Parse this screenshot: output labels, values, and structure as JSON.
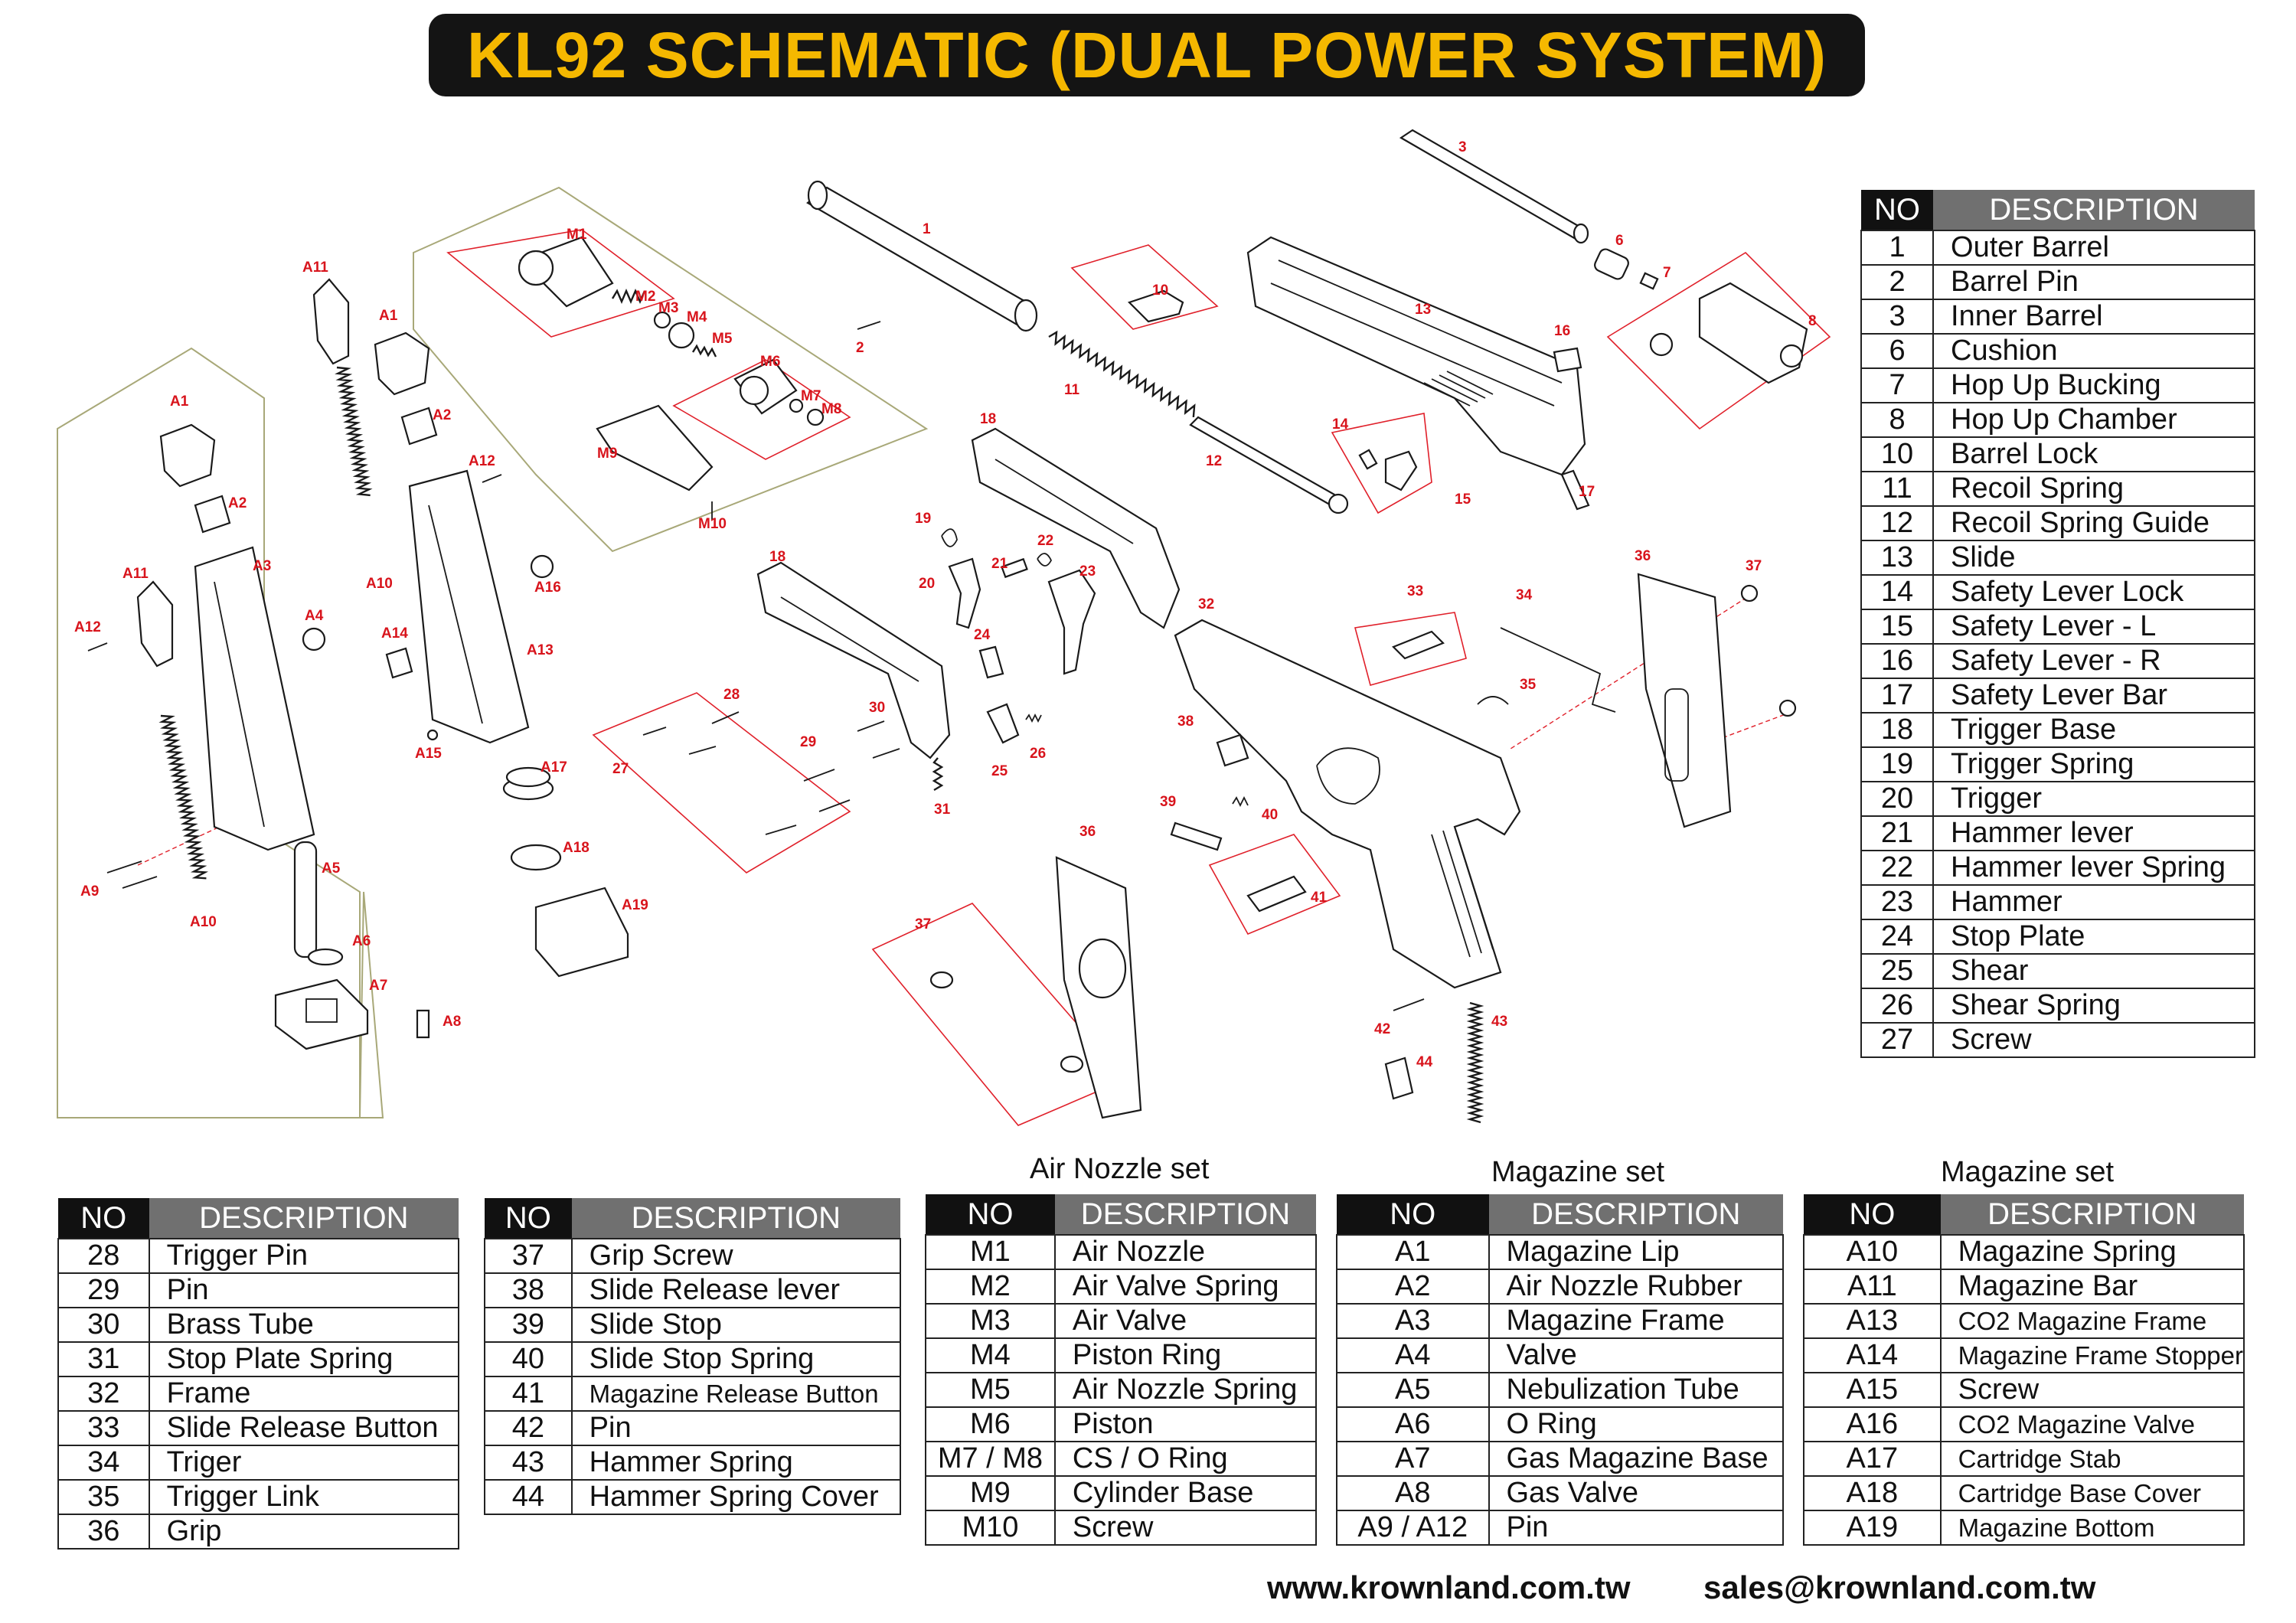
{
  "title": "KL92 SCHEMATIC (DUAL POWER SYSTEM)",
  "colors": {
    "title_bg": "#141414",
    "title_text": "#f5b800",
    "label_red": "#d8141c",
    "group_outline": "#a8a878",
    "header_no": "#111111",
    "header_desc": "#707070"
  },
  "headers": {
    "no": "NO",
    "description": "DESCRIPTION"
  },
  "set_titles": {
    "air_nozzle": "Air Nozzle set",
    "magazine_1": "Magazine set",
    "magazine_2": "Magazine set"
  },
  "table_main": [
    {
      "no": "1",
      "desc": "Outer Barrel"
    },
    {
      "no": "2",
      "desc": "Barrel Pin"
    },
    {
      "no": "3",
      "desc": "Inner Barrel"
    },
    {
      "no": "6",
      "desc": "Cushion"
    },
    {
      "no": "7",
      "desc": "Hop Up Bucking"
    },
    {
      "no": "8",
      "desc": "Hop Up Chamber"
    },
    {
      "no": "10",
      "desc": "Barrel Lock"
    },
    {
      "no": "11",
      "desc": "Recoil Spring"
    },
    {
      "no": "12",
      "desc": "Recoil Spring Guide"
    },
    {
      "no": "13",
      "desc": "Slide"
    },
    {
      "no": "14",
      "desc": "Safety   Lever  Lock"
    },
    {
      "no": "15",
      "desc": "Safety   Lever - L"
    },
    {
      "no": "16",
      "desc": "Safety   Lever - R"
    },
    {
      "no": "17",
      "desc": "Safety   Lever Bar"
    },
    {
      "no": "18",
      "desc": "Trigger Base"
    },
    {
      "no": "19",
      "desc": "Trigger Spring"
    },
    {
      "no": "20",
      "desc": "Trigger"
    },
    {
      "no": "21",
      "desc": "Hammer lever"
    },
    {
      "no": "22",
      "desc": "Hammer lever Spring"
    },
    {
      "no": "23",
      "desc": "Hammer"
    },
    {
      "no": "24",
      "desc": "Stop Plate"
    },
    {
      "no": "25",
      "desc": "Shear"
    },
    {
      "no": "26",
      "desc": "Shear Spring"
    },
    {
      "no": "27",
      "desc": "Screw"
    }
  ],
  "table_b1": [
    {
      "no": "28",
      "desc": "Trigger Pin"
    },
    {
      "no": "29",
      "desc": "Pin"
    },
    {
      "no": "30",
      "desc": "Brass Tube"
    },
    {
      "no": "31",
      "desc": "Stop Plate Spring"
    },
    {
      "no": "32",
      "desc": "Frame"
    },
    {
      "no": "33",
      "desc": "Slide Release Button"
    },
    {
      "no": "34",
      "desc": "Triger"
    },
    {
      "no": "35",
      "desc": "Trigger Link"
    },
    {
      "no": "36",
      "desc": "Grip"
    }
  ],
  "table_b2": [
    {
      "no": "37",
      "desc": "Grip Screw"
    },
    {
      "no": "38",
      "desc": "Slide Release lever"
    },
    {
      "no": "39",
      "desc": "Slide Stop"
    },
    {
      "no": "40",
      "desc": "Slide Stop Spring"
    },
    {
      "no": "41",
      "desc": "Magazine Release Button"
    },
    {
      "no": "42",
      "desc": "Pin"
    },
    {
      "no": "43",
      "desc": "Hammer Spring"
    },
    {
      "no": "44",
      "desc": "Hammer Spring Cover"
    }
  ],
  "table_b3": [
    {
      "no": "M1",
      "desc": "Air Nozzle"
    },
    {
      "no": "M2",
      "desc": "Air Valve Spring"
    },
    {
      "no": "M3",
      "desc": "Air Valve"
    },
    {
      "no": "M4",
      "desc": "Piston Ring"
    },
    {
      "no": "M5",
      "desc": "Air Nozzle Spring"
    },
    {
      "no": "M6",
      "desc": "Piston"
    },
    {
      "no": "M7 / M8",
      "desc": "CS  / O Ring"
    },
    {
      "no": "M9",
      "desc": "Cylinder Base"
    },
    {
      "no": "M10",
      "desc": "Screw"
    }
  ],
  "table_b4": [
    {
      "no": "A1",
      "desc": "Magazine Lip"
    },
    {
      "no": "A2",
      "desc": "Air Nozzle Rubber"
    },
    {
      "no": "A3",
      "desc": "Magazine Frame"
    },
    {
      "no": "A4",
      "desc": "Valve"
    },
    {
      "no": "A5",
      "desc": "Nebulization Tube"
    },
    {
      "no": "A6",
      "desc": "O Ring"
    },
    {
      "no": "A7",
      "desc": "Gas Magazine Base"
    },
    {
      "no": "A8",
      "desc": "Gas Valve"
    },
    {
      "no": "A9  /  A12",
      "desc": "Pin"
    }
  ],
  "table_b5": [
    {
      "no": "A10",
      "desc": "Magazine Spring"
    },
    {
      "no": "A11",
      "desc": "Magazine Bar"
    },
    {
      "no": "A13",
      "desc": "CO2 Magazine Frame"
    },
    {
      "no": "A14",
      "desc": "Magazine Frame Stopper"
    },
    {
      "no": "A15",
      "desc": "Screw"
    },
    {
      "no": "A16",
      "desc": "CO2 Magazine Valve"
    },
    {
      "no": "A17",
      "desc": "Cartridge Stab"
    },
    {
      "no": "A18",
      "desc": "Cartridge Base Cover"
    },
    {
      "no": "A19",
      "desc": "Magazine Bottom"
    }
  ],
  "callouts": [
    "1",
    "2",
    "3",
    "6",
    "7",
    "8",
    "10",
    "11",
    "12",
    "13",
    "14",
    "15",
    "16",
    "17",
    "18",
    "18",
    "19",
    "20",
    "21",
    "22",
    "23",
    "24",
    "25",
    "26",
    "27",
    "28",
    "29",
    "30",
    "31",
    "32",
    "33",
    "34",
    "35",
    "36",
    "36",
    "37",
    "37",
    "38",
    "39",
    "40",
    "41",
    "42",
    "43",
    "44",
    "M1",
    "M2",
    "M3",
    "M4",
    "M5",
    "M6",
    "M7",
    "M8",
    "M9",
    "M10",
    "A1",
    "A1",
    "A2",
    "A2",
    "A3",
    "A4",
    "A5",
    "A6",
    "A7",
    "A8",
    "A9",
    "A10",
    "A10",
    "A11",
    "A11",
    "A12",
    "A12",
    "A13",
    "A14",
    "A15",
    "A16",
    "A17",
    "A18",
    "A19"
  ],
  "footer": {
    "website": "www.krownland.com.tw",
    "email": "sales@krownland.com.tw"
  }
}
